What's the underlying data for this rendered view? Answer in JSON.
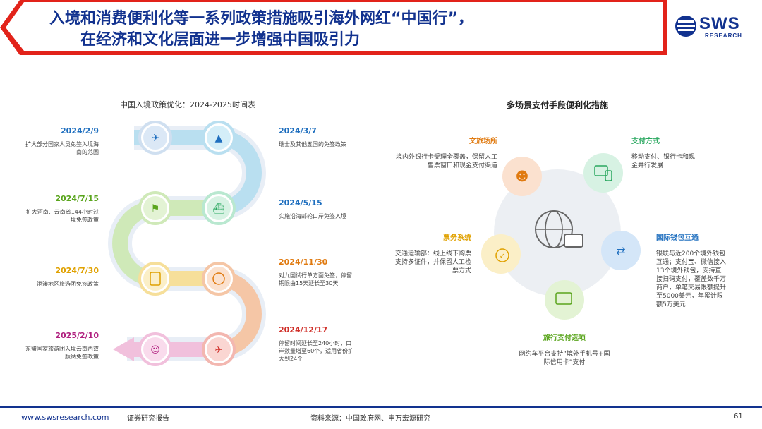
{
  "header": {
    "title_line1": "入境和消费便利化等一系列政策措施吸引海外网红“中国行”，",
    "title_line2": "在经济和文化层面进一步增强中国吸引力",
    "logo_text": "SWS",
    "logo_sub": "RESEARCH",
    "accent_color": "#e2231a",
    "brand_color": "#12328f"
  },
  "timeline": {
    "title": "中国入境政策优化：2024-2025时间表",
    "events": [
      {
        "date": "2024/2/9",
        "text": "扩大部分国家人员免签入境海南的范围",
        "color": "#1f6fbf"
      },
      {
        "date": "2024/3/7",
        "text": "瑞士及其他五国的免签政策",
        "color": "#1f6fbf"
      },
      {
        "date": "2024/7/15",
        "text": "扩大河南、云南省144小时过境免签政策",
        "color": "#5aa51d"
      },
      {
        "date": "2024/5/15",
        "text": "实施沿海邮轮口岸免签入境",
        "color": "#1f6fbf"
      },
      {
        "date": "2024/7/30",
        "text": "港澳地区旅游团免签政策",
        "color": "#e0a100"
      },
      {
        "date": "2024/11/30",
        "text": "对九国试行单方面免签，停留期限由15天延长至30天",
        "color": "#e07a10"
      },
      {
        "date": "2025/2/10",
        "text": "东盟国家旅游团入境云南西双版纳免签政策",
        "color": "#b0207f"
      },
      {
        "date": "2024/12/17",
        "text": "停留时间延长至240小时，口岸数量增至60个，适用省份扩大到24个",
        "color": "#d0302a"
      }
    ],
    "icons": [
      "travel-icon",
      "landmark-icon",
      "hiker-icon",
      "cruise-ship-icon",
      "passport-icon",
      "globe-passport-icon",
      "tourist-group-icon",
      "airplane-ticket-icon"
    ]
  },
  "payments": {
    "title": "多场景支付手段便利化措施",
    "categories": [
      {
        "heading": "文旅场所",
        "text": "境内外银行卡受理全覆盖，保留人工售票窗口和现金支付渠道",
        "color": "#e07a10"
      },
      {
        "heading": "支付方式",
        "text": "移动支付、银行卡和现金并行发展",
        "color": "#2aa860"
      },
      {
        "heading": "票务系统",
        "text": "交通运输部：线上线下购票支持多证件，并保留人工检票方式",
        "color": "#e0a100"
      },
      {
        "heading": "国际钱包互通",
        "text": "银联与近200个境外钱包互通；支付宝、微信接入13个境外钱包，支持直接扫码支付，覆盖数千万商户，单笔交易限额提升至5000美元，年累计限额5万美元",
        "color": "#1f6fbf"
      },
      {
        "heading": "旅行支付选项",
        "text": "网约车平台支持“境外手机号+国际信用卡”支付",
        "color": "#5aa51d"
      }
    ]
  },
  "footer": {
    "website": "www.swsresearch.com",
    "report_type": "证券研究报告",
    "source": "资料来源：中国政府网、申万宏源研究",
    "page": "61"
  }
}
